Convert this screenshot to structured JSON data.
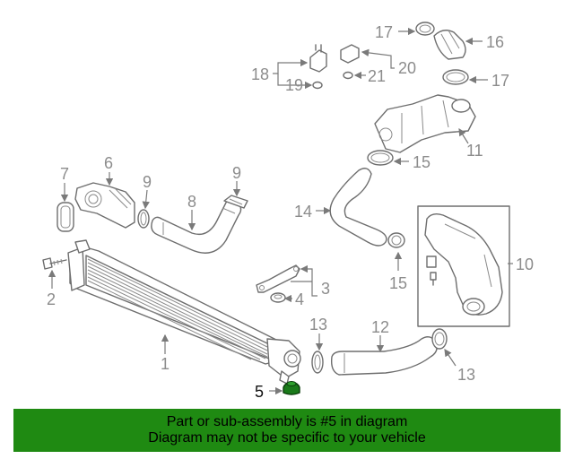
{
  "callouts": {
    "c1": "1",
    "c2": "2",
    "c3": "3",
    "c4": "4",
    "c5": "5",
    "c6": "6",
    "c7": "7",
    "c8": "8",
    "c9a": "9",
    "c9b": "9",
    "c10": "10",
    "c11": "11",
    "c12": "12",
    "c13a": "13",
    "c13b": "13",
    "c14": "14",
    "c15a": "15",
    "c15b": "15",
    "c16": "16",
    "c17a": "17",
    "c17b": "17",
    "c18": "18",
    "c19": "19",
    "c20": "20",
    "c21": "21"
  },
  "highlighted_part": "5",
  "colors": {
    "banner": "#1f8a12",
    "highlight_part": "#1a7a1a",
    "line_art": "#6e6e6e",
    "callout_text": "#8c8c8c"
  },
  "banner": {
    "line1": "Part or sub-assembly is #5 in diagram",
    "line2": "Diagram may not be specific to your vehicle"
  }
}
